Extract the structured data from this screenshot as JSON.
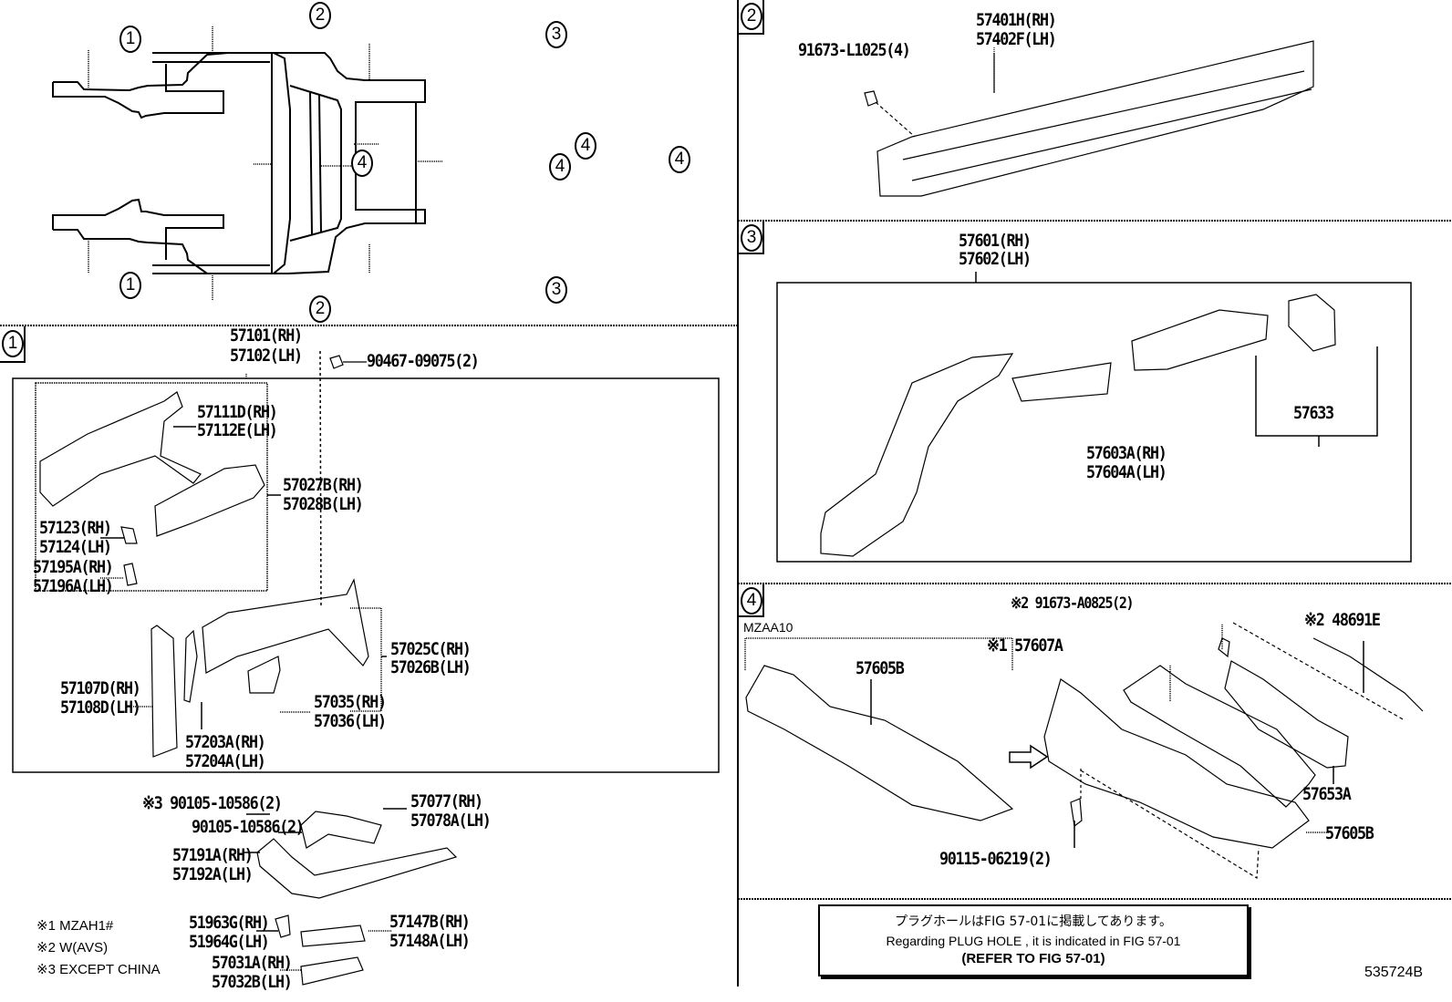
{
  "diagram": {
    "id_code": "535724B",
    "overview_callouts": {
      "front_side_member": "1",
      "rocker_panel": "2",
      "rear_side_member": "3",
      "floor_crossmember": "4"
    },
    "section_1": {
      "tag": "1",
      "main_label": [
        "57101(RH)",
        "57102(LH)"
      ],
      "clip_label": "90467-09075(2)",
      "sub_assy_label": [
        "57027B(RH)",
        "57028B(LH)"
      ],
      "member_label": [
        "57111D(RH)",
        "57112E(LH)"
      ],
      "bracket_a_label": [
        "57123(RH)",
        "57124(LH)"
      ],
      "bracket_b_label": [
        "57195A(RH)",
        "57196A(LH)"
      ],
      "rear_member_label": [
        "57025C(RH)",
        "57026B(LH)"
      ],
      "rear_ext_label": [
        "57035(RH)",
        "57036(LH)"
      ],
      "pillar_label": [
        "57107D(RH)",
        "57108D(LH)"
      ],
      "gusset_label": [
        "57203A(RH)",
        "57204A(LH)"
      ]
    },
    "section_1_lower": {
      "bolt_a_label": "※3 90105-10586(2)",
      "bolt_b_label": "90105-10586(2)",
      "bracket_label": [
        "57077(RH)",
        "57078A(LH)"
      ],
      "sill_label": [
        "57191A(RH)",
        "57192A(LH)"
      ],
      "plate_label": [
        "51963G(RH)",
        "51964G(LH)"
      ],
      "support_a_label": [
        "57147B(RH)",
        "57148A(LH)"
      ],
      "support_b_label": [
        "57031A(RH)",
        "57032B(LH)"
      ]
    },
    "footnotes": [
      "※1 MZAH1#",
      "※2 W(AVS)",
      "※3 EXCEPT CHINA"
    ],
    "section_2": {
      "tag": "2",
      "rocker_label": [
        "57401H(RH)",
        "57402F(LH)"
      ],
      "bolt_label": "91673-L1025(4)"
    },
    "section_3": {
      "tag": "3",
      "main_label": [
        "57601(RH)",
        "57602(LH)"
      ],
      "ext_label": [
        "57603A(RH)",
        "57604A(LH)"
      ],
      "bracket_label": "57633"
    },
    "section_4": {
      "tag": "4",
      "model_label": "MZAA10",
      "panel_left_label": "57605B",
      "bolt_top_label": "※2 91673-A0825(2)",
      "rod_label": "※2 48691E",
      "crossmember_label": "※1 57607A",
      "reinforce_label": "57653A",
      "panel_right_label": "57605B",
      "bolt_bottom_label": "90115-06219(2)"
    },
    "notice": {
      "line_jp": "プラグホールはFIG 57-01に掲載してあります。",
      "line_en": "Regarding  PLUG  HOLE , it is indicated in FIG 57-01",
      "line_ref": "(REFER TO FIG 57-01)"
    }
  }
}
